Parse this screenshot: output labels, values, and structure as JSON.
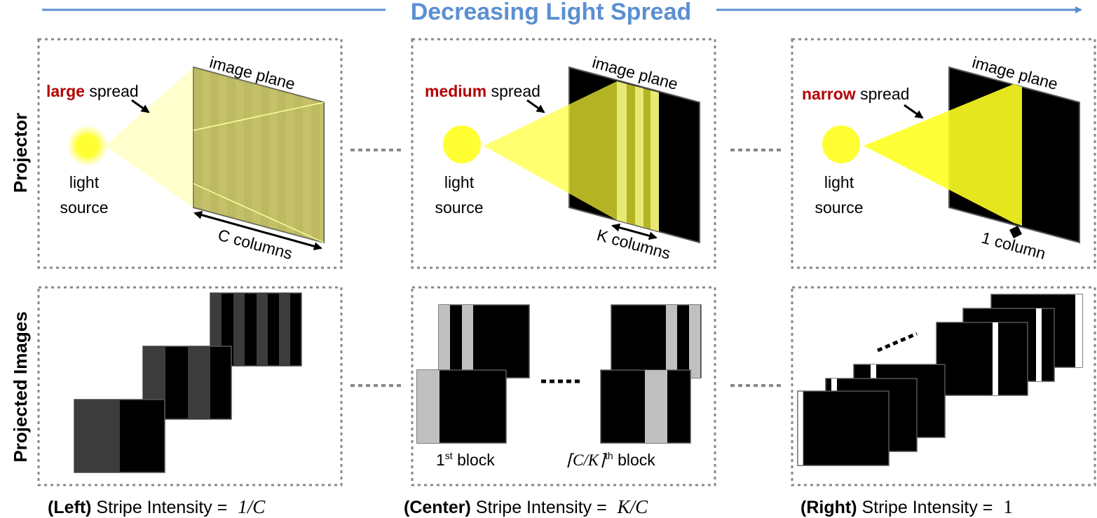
{
  "header": {
    "title": "Decreasing Light Spread",
    "arrow_color": "#5b8fd1"
  },
  "row_labels": {
    "projector": "Projector",
    "projected_images": "Projected Images"
  },
  "panels": {
    "left": {
      "spread_word": "large",
      "spread_suffix": " spread",
      "source_line1": "light",
      "source_line2": "source",
      "plane_label": "image plane",
      "columns_label": "C columns"
    },
    "center": {
      "spread_word": "medium",
      "spread_suffix": " spread",
      "source_line1": "light",
      "source_line2": "source",
      "plane_label": "image plane",
      "columns_label": "K columns",
      "first_block_num": "1",
      "first_block_sup": "st",
      "first_block_word": " block",
      "last_block_math": "⌈C/K⌉",
      "last_block_sup": "th",
      "last_block_word": " block"
    },
    "right": {
      "spread_word": "narrow",
      "spread_suffix": " spread",
      "source_line1": "light",
      "source_line2": "source",
      "plane_label": "image plane",
      "columns_label": "1 column"
    }
  },
  "captions": {
    "left": {
      "tag": "(Left)",
      "text": " Stripe Intensity = ",
      "value": "1/C"
    },
    "center": {
      "tag": "(Center)",
      "text": " Stripe Intensity = ",
      "value": "K/C"
    },
    "right": {
      "tag": "(Right)",
      "text": "  Stripe Intensity = ",
      "value": "1"
    }
  },
  "colors": {
    "light": "#ffff33",
    "emphasis": "#b30000",
    "stripe_gray": "#c0c0c0",
    "dark_gray": "#3c3c3c"
  }
}
